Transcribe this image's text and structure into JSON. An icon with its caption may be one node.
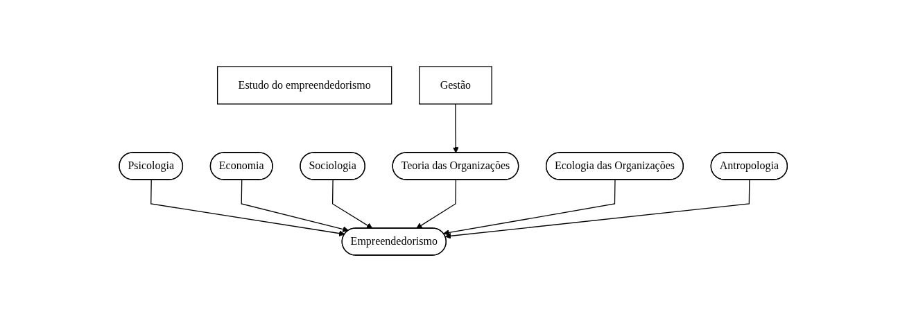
{
  "diagram": {
    "nodes": [
      {
        "text": [
          "Estudo do empreendedorismo"
        ]
      },
      {
        "text": [
          "Gestão"
        ]
      },
      {
        "text": [
          "Psicologia"
        ]
      },
      {
        "text": [
          "Economia"
        ]
      },
      {
        "text": [
          "Sociologia"
        ]
      },
      {
        "text": [
          "Teoria das Organizações"
        ]
      },
      {
        "text": [
          "Ecologia das Organizações"
        ]
      },
      {
        "text": [
          "Antropologia"
        ]
      },
      {
        "text": [
          "Empreendedorismo"
        ]
      }
    ],
    "edges": [
      {
        "from": 1,
        "to": 5,
        "arrow": "to"
      },
      {
        "from": 2,
        "to": 8,
        "arrow": "to"
      },
      {
        "from": 3,
        "to": 8,
        "arrow": "to"
      },
      {
        "from": 4,
        "to": 8,
        "arrow": "to"
      },
      {
        "from": 5,
        "to": 8,
        "arrow": "to"
      },
      {
        "from": 6,
        "to": 8,
        "arrow": "to"
      },
      {
        "from": 7,
        "to": 8,
        "arrow": "to"
      }
    ]
  }
}
